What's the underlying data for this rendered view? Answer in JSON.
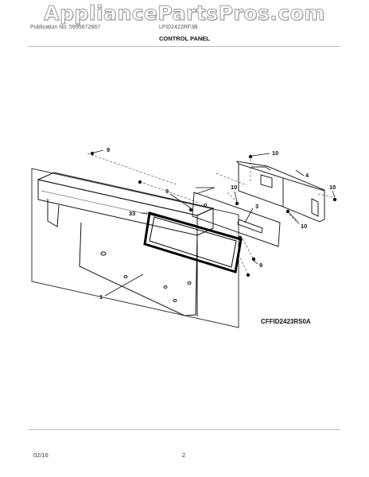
{
  "watermark": "AppliancePartsPros.com",
  "header": {
    "publication": "Publication No: 5995672887",
    "model": "LFID2422RF3B",
    "title": "CONTROL PANEL"
  },
  "diagram": {
    "code": "CFFID2423RS0A",
    "callouts": [
      "9",
      "10",
      "4",
      "10",
      "10",
      "9",
      "33",
      "3",
      "10",
      "9",
      "1"
    ]
  },
  "footer": {
    "date": "02/16",
    "page": "2"
  }
}
